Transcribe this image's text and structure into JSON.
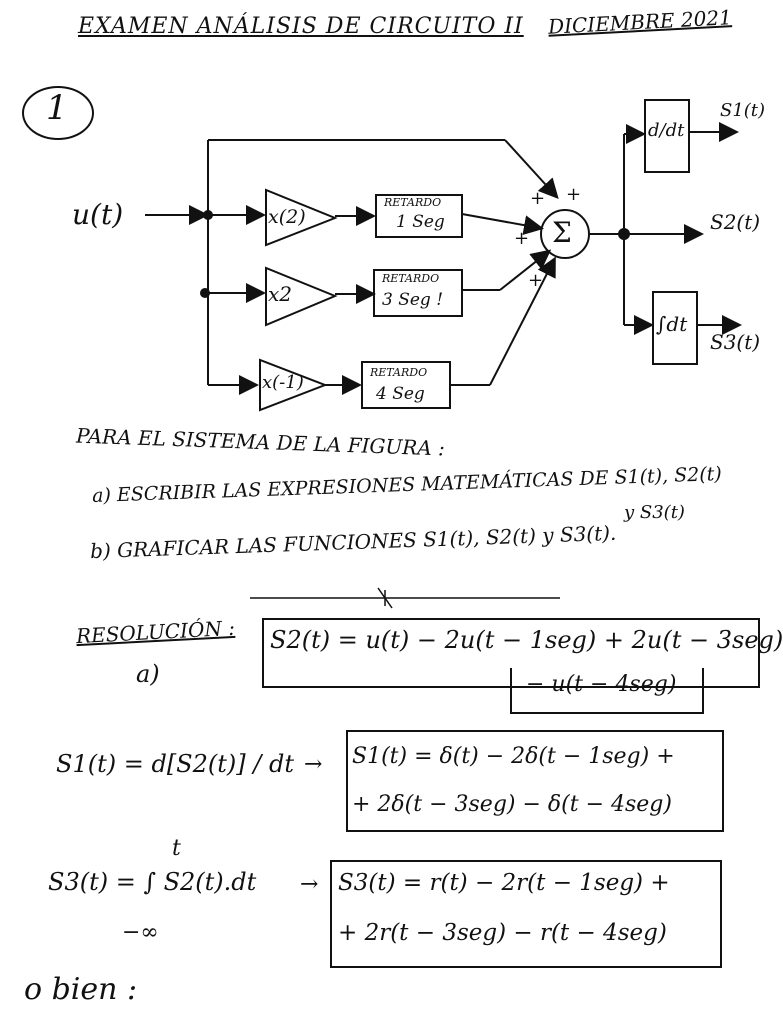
{
  "header": {
    "title": "EXAMEN ANÁLISIS DE CIRCUITO II",
    "date": "DICIEMBRE 2021"
  },
  "problem_number": "1",
  "diagram": {
    "input": "u(t)",
    "gain1": "x(2)",
    "gain2": "x2",
    "gain3": "x(-1)",
    "delay1": [
      "RETARDO",
      "1 Seg"
    ],
    "delay2": [
      "RETARDO",
      "3 Seg !"
    ],
    "delay3": [
      "RETARDO",
      "4 Seg"
    ],
    "sum_symbol": "Σ",
    "signs": [
      "+",
      "+",
      "+",
      "+"
    ],
    "derivative": "d/dt",
    "integral": "∫dt",
    "out1": "S1(t)",
    "out2": "S2(t)",
    "out3": "S3(t)"
  },
  "question": {
    "intro": "PARA EL SISTEMA DE LA FIGURA :",
    "a": "a) ESCRIBIR LAS EXPRESIONES MATEMÁTICAS DE S1(t), S2(t)",
    "a_cont": "y S3(t)",
    "b": "b) GRAFICAR LAS FUNCIONES S1(t), S2(t) y S3(t)."
  },
  "solution": {
    "label": "RESOLUCIÓN :",
    "part": "a)",
    "s2_line1": "S2(t) = u(t) − 2u(t − 1seg) + 2u(t − 3seg)",
    "s2_line2": "− u(t − 4seg)",
    "s1_def": "S1(t) = d[S2(t)] / dt",
    "s1_line1": "S1(t) = δ(t) − 2δ(t − 1seg) +",
    "s1_line2": "+ 2δ(t − 3seg) − δ(t − 4seg)",
    "s3_def": "S3(t) = ∫ S2(t).dt",
    "s3_upper": "t",
    "s3_lower": "−∞",
    "s3_line1": "S3(t) = r(t) − 2r(t − 1seg) +",
    "s3_line2": "+ 2r(t − 3seg) − r(t − 4seg)",
    "footer": "o bien :"
  }
}
